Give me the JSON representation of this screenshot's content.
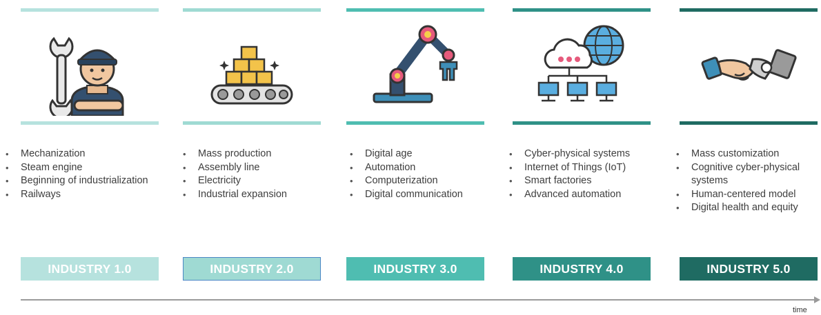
{
  "stages": [
    {
      "label": "INDUSTRY 1.0",
      "icon": "worker-wrench-icon",
      "color": "#b6e2de",
      "items": [
        "Mechanization",
        "Steam engine",
        "Beginning of industrialization",
        "Railways"
      ]
    },
    {
      "label": "INDUSTRY 2.0",
      "icon": "conveyor-boxes-icon",
      "color": "#9fdad3",
      "items": [
        "Mass production",
        "Assembly line",
        "Electricity",
        "Industrial expansion"
      ]
    },
    {
      "label": "INDUSTRY 3.0",
      "icon": "robotic-arm-icon",
      "color": "#4fbdb1",
      "items": [
        "Digital age",
        "Automation",
        "Computerization",
        "Digital communication"
      ]
    },
    {
      "label": "INDUSTRY 4.0",
      "icon": "cloud-network-icon",
      "color": "#2f9187",
      "items": [
        "Cyber-physical systems",
        "Internet of Things (IoT)",
        "Smart factories",
        "Advanced automation"
      ]
    },
    {
      "label": "INDUSTRY 5.0",
      "icon": "human-robot-handshake-icon",
      "color": "#1f6b62",
      "items": [
        "Mass customization",
        "Cognitive cyber-physical",
        "systems",
        "Human-centered model",
        "Digital health and equity"
      ]
    }
  ],
  "axis_label": "time"
}
